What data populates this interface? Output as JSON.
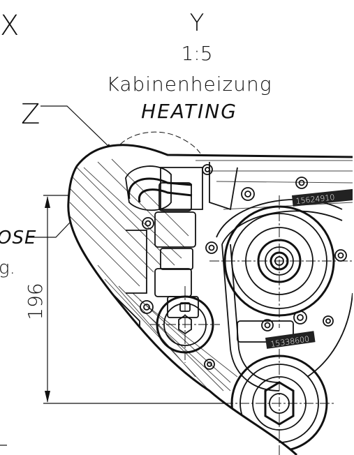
{
  "labels": {
    "view_x": "X",
    "view_y": "Y",
    "scale": "1:5",
    "title_de": "Kabinenheizung",
    "title_en": "HEATING",
    "detail_z": "Z",
    "hose_partial": "OSE",
    "note_partial": "g.",
    "dimension": "196",
    "part_number_1": "15624910",
    "part_number_2": "15338600"
  }
}
